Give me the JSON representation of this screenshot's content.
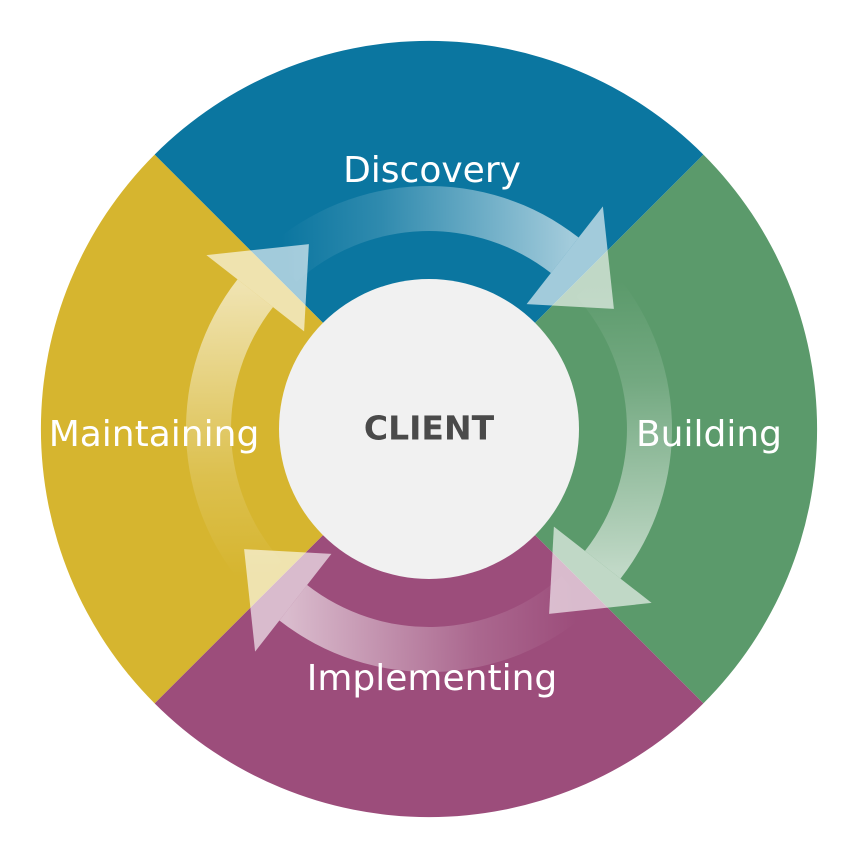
{
  "center": {
    "label": "CLIENT"
  },
  "segments": [
    {
      "label": "Discovery",
      "color": "#0b76a0",
      "arrow_color": "#ffffff"
    },
    {
      "label": "Building",
      "color": "#5b9a6b",
      "arrow_color": "#ffffff"
    },
    {
      "label": "Implementing",
      "color": "#9c4d7b",
      "arrow_color": "#ffffff"
    },
    {
      "label": "Maintaining",
      "color": "#d6b52f",
      "arrow_color": "#ffffff"
    }
  ],
  "center_color": "#f1f1f1"
}
